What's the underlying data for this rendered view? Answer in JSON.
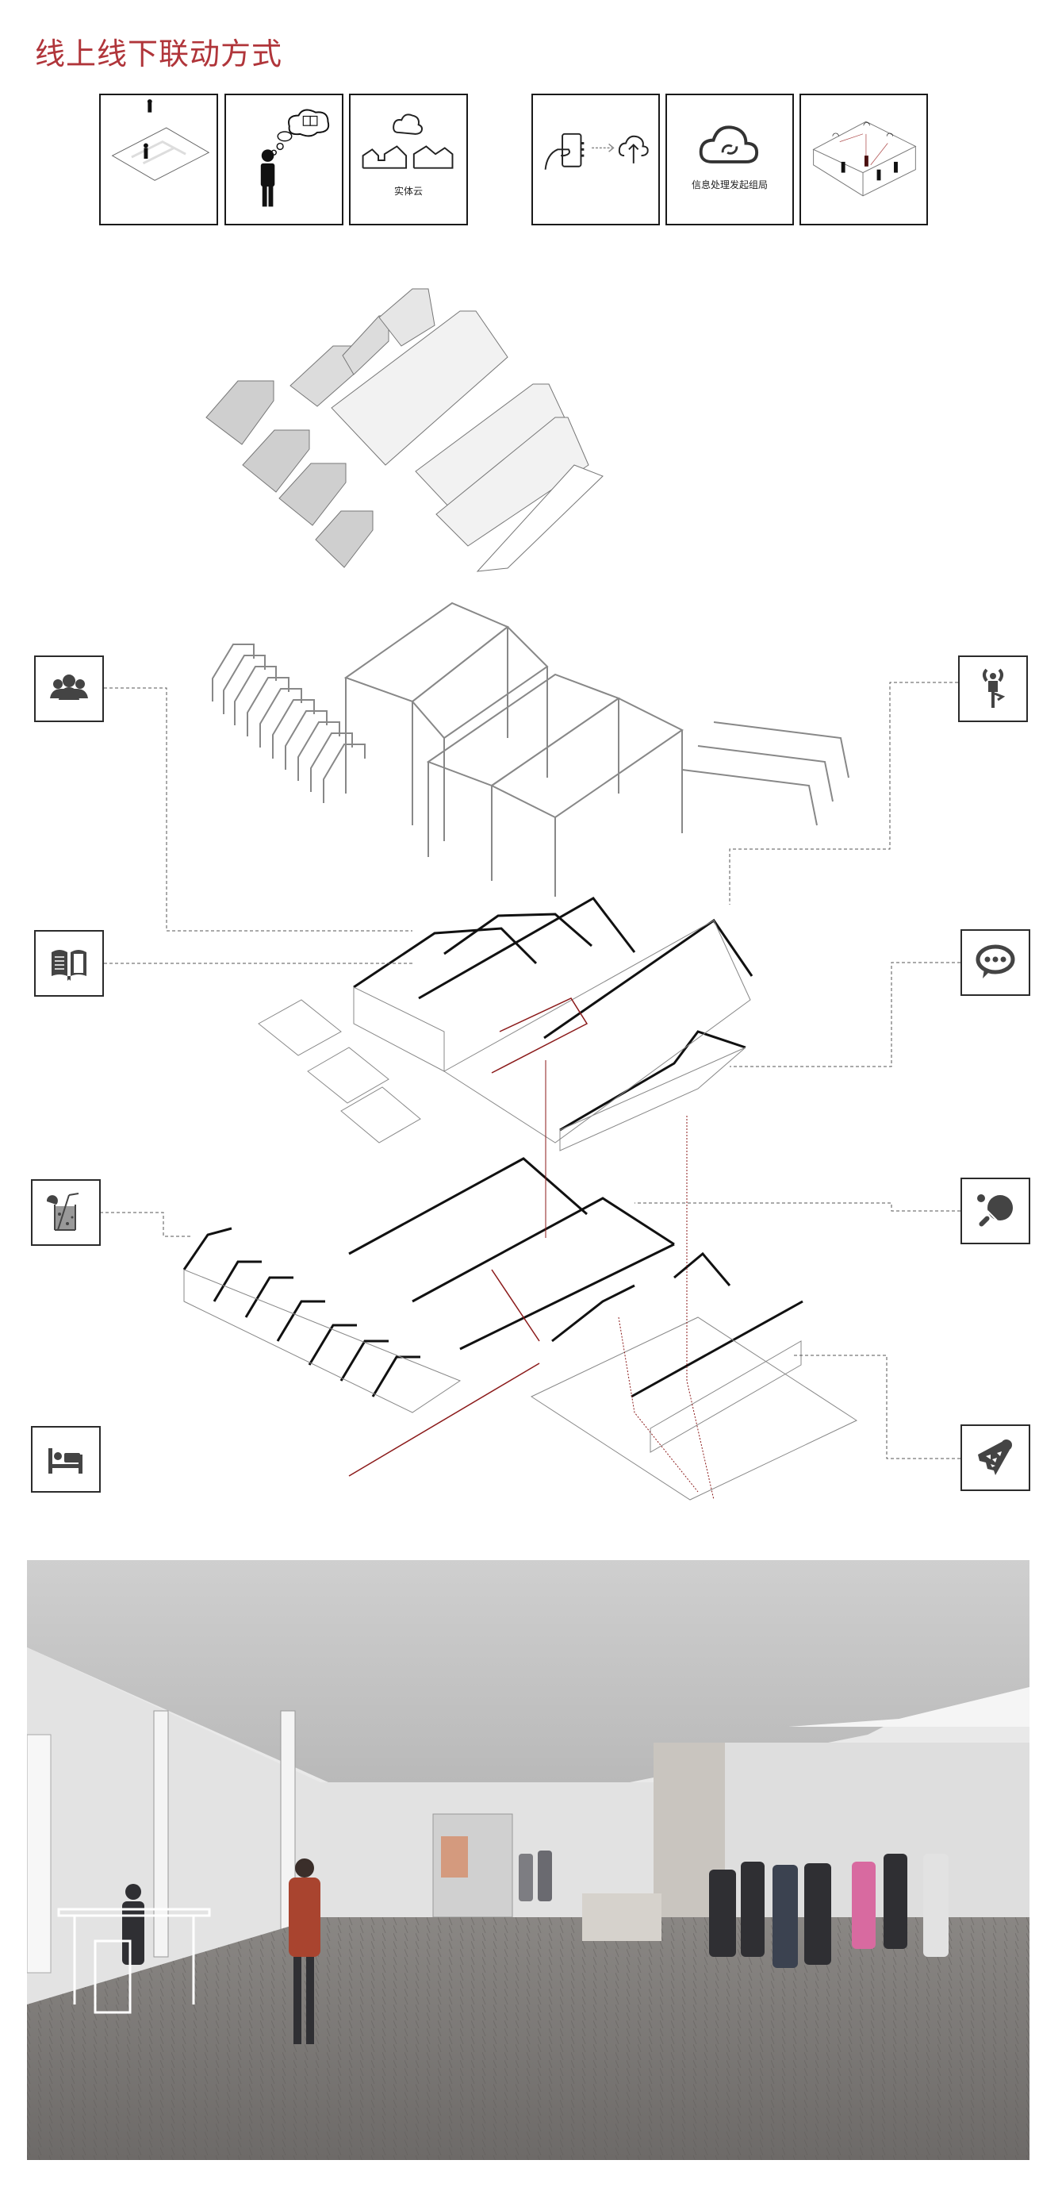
{
  "header": {
    "title": "线上线下联动方式",
    "title_color": "#b0353a"
  },
  "process_panels": [
    {
      "id": "site",
      "icon": "isometric-plan-with-people-icon",
      "caption": ""
    },
    {
      "id": "need",
      "icon": "person-thinking-book-icon",
      "caption": ""
    },
    {
      "id": "entity-cloud",
      "icon": "cloud-over-buildings-icon",
      "caption": "实体云"
    },
    {
      "id": "upload",
      "icon": "phone-to-cloud-upload-icon",
      "caption": ""
    },
    {
      "id": "process",
      "icon": "cloud-sync-icon",
      "caption": "信息处理发起组局"
    },
    {
      "id": "gather",
      "icon": "isometric-room-wifi-people-icon",
      "caption": ""
    }
  ],
  "activity_icons": {
    "left": [
      {
        "id": "group",
        "icon": "group-people-icon"
      },
      {
        "id": "reading",
        "icon": "open-book-icon"
      },
      {
        "id": "drinks",
        "icon": "drink-glass-icon"
      },
      {
        "id": "lodging",
        "icon": "bed-icon"
      }
    ],
    "right": [
      {
        "id": "yoga",
        "icon": "yoga-pose-icon"
      },
      {
        "id": "chat",
        "icon": "chat-bubble-icon"
      },
      {
        "id": "table-tennis",
        "icon": "ping-pong-paddle-icon"
      },
      {
        "id": "badminton",
        "icon": "shuttlecock-icon"
      }
    ]
  },
  "diagram": {
    "layers": [
      "roof-layer",
      "structure-layer",
      "upper-floor-layer",
      "ground-floor-layer"
    ],
    "connector_color": "#555555",
    "circulation_color": "#8b1a1a"
  },
  "rendering": {
    "description": "interior perspective rendering of open hall with people and wood floor"
  }
}
